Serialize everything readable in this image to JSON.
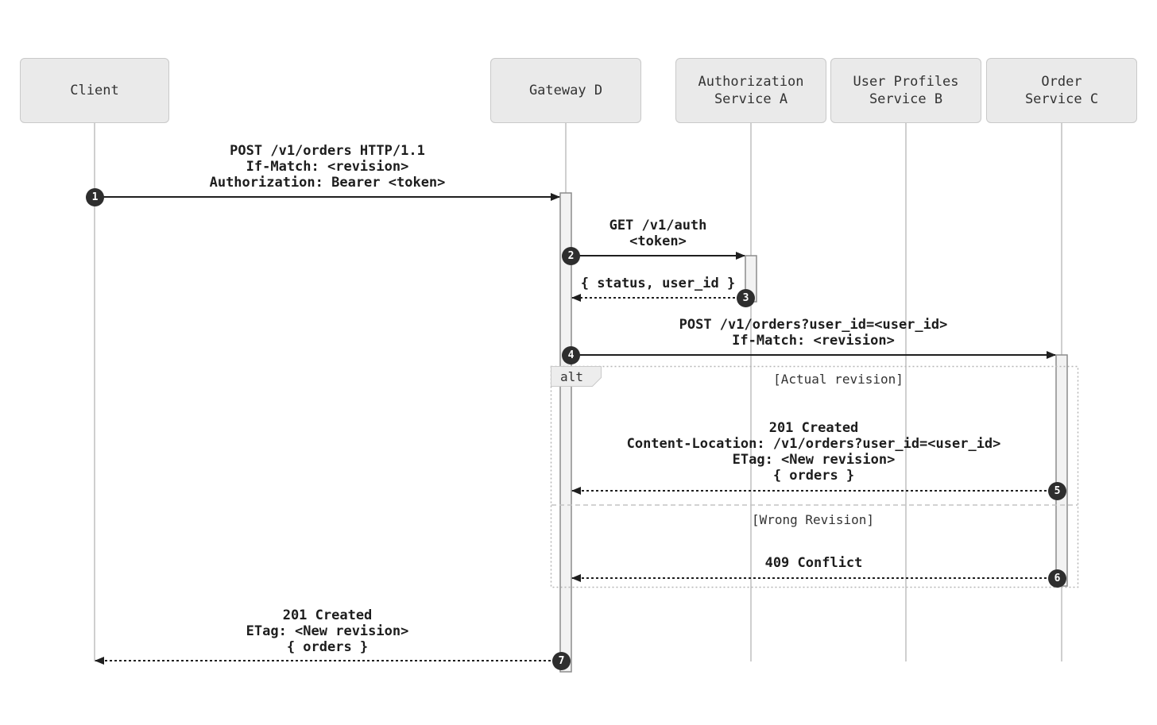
{
  "diagram": {
    "type": "sequence",
    "participants": [
      {
        "label": "Client"
      },
      {
        "label": "Gateway D"
      },
      {
        "label": "Authorization\nService A"
      },
      {
        "label": "User Profiles\nService B"
      },
      {
        "label": "Order\nService C"
      }
    ],
    "messages": [
      {
        "step": "1",
        "from": "Client",
        "to": "Gateway D",
        "style": "solid",
        "lines": [
          "POST /v1/orders HTTP/1.1",
          "If-Match: <revision>",
          "Authorization: Bearer <token>"
        ]
      },
      {
        "step": "2",
        "from": "Gateway D",
        "to": "Authorization Service A",
        "style": "solid",
        "lines": [
          "GET /v1/auth",
          "<token>"
        ]
      },
      {
        "step": "3",
        "from": "Authorization Service A",
        "to": "Gateway D",
        "style": "dashed",
        "lines": [
          "{ status, user_id }"
        ]
      },
      {
        "step": "4",
        "from": "Gateway D",
        "to": "Order Service C",
        "style": "solid",
        "lines": [
          "POST /v1/orders?user_id=<user_id>",
          "If-Match: <revision>"
        ]
      },
      {
        "step": "5",
        "from": "Order Service C",
        "to": "Gateway D",
        "style": "dashed",
        "lines": [
          "201 Created",
          "Content-Location: /v1/orders?user_id=<user_id>",
          "ETag: <New revision>",
          "{ orders }"
        ]
      },
      {
        "step": "6",
        "from": "Order Service C",
        "to": "Gateway D",
        "style": "dashed",
        "lines": [
          "409 Conflict"
        ]
      },
      {
        "step": "7",
        "from": "Gateway D",
        "to": "Client",
        "style": "dashed",
        "lines": [
          "201 Created",
          "ETag: <New revision>",
          "{ orders }"
        ]
      }
    ],
    "fragment": {
      "operator": "alt",
      "conditions": [
        {
          "label": "[Actual revision]"
        },
        {
          "label": "[Wrong Revision]"
        }
      ]
    },
    "colors": {
      "background": "#ffffff",
      "participant_fill": "#eaeaea",
      "participant_border": "#c9c9c9",
      "lifeline": "#cfcfcf",
      "activation_fill": "#f2f2f2",
      "activation_border": "#8c8c8c",
      "arrow": "#1f1f1f",
      "step_badge_fill": "#2e2e2e",
      "step_badge_text": "#ffffff",
      "fragment_border": "#b5b5b5",
      "text": "#333333"
    }
  }
}
